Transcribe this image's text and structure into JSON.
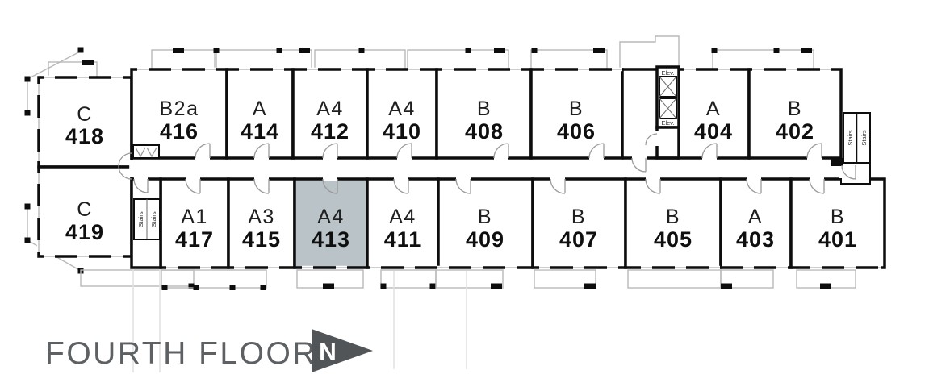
{
  "title": {
    "label": "FOURTH FLOOR",
    "north_label": "N"
  },
  "labels": {
    "stairs": "Stairs",
    "elevator": "Elev."
  },
  "highlight": {
    "unit": "413",
    "color": "#b9c3c8"
  },
  "colors": {
    "wall": "#0d0d0d",
    "title_text": "#5d6164",
    "north_flag": "#515558",
    "balcony_rail": "#b8b8b8",
    "door_arc": "#9a9a9a"
  },
  "units": {
    "top_row": [
      {
        "type": "C",
        "number": "418"
      },
      {
        "type": "B2a",
        "number": "416"
      },
      {
        "type": "A",
        "number": "414"
      },
      {
        "type": "A4",
        "number": "412"
      },
      {
        "type": "A4",
        "number": "410"
      },
      {
        "type": "B",
        "number": "408"
      },
      {
        "type": "B",
        "number": "406"
      },
      {
        "type": "A",
        "number": "404"
      },
      {
        "type": "B",
        "number": "402"
      }
    ],
    "bottom_row": [
      {
        "type": "C",
        "number": "419"
      },
      {
        "type": "A1",
        "number": "417"
      },
      {
        "type": "A3",
        "number": "415"
      },
      {
        "type": "A4",
        "number": "413",
        "highlighted": true
      },
      {
        "type": "A4",
        "number": "411"
      },
      {
        "type": "B",
        "number": "409"
      },
      {
        "type": "B",
        "number": "407"
      },
      {
        "type": "B",
        "number": "405"
      },
      {
        "type": "A",
        "number": "403"
      },
      {
        "type": "B",
        "number": "401"
      }
    ]
  }
}
